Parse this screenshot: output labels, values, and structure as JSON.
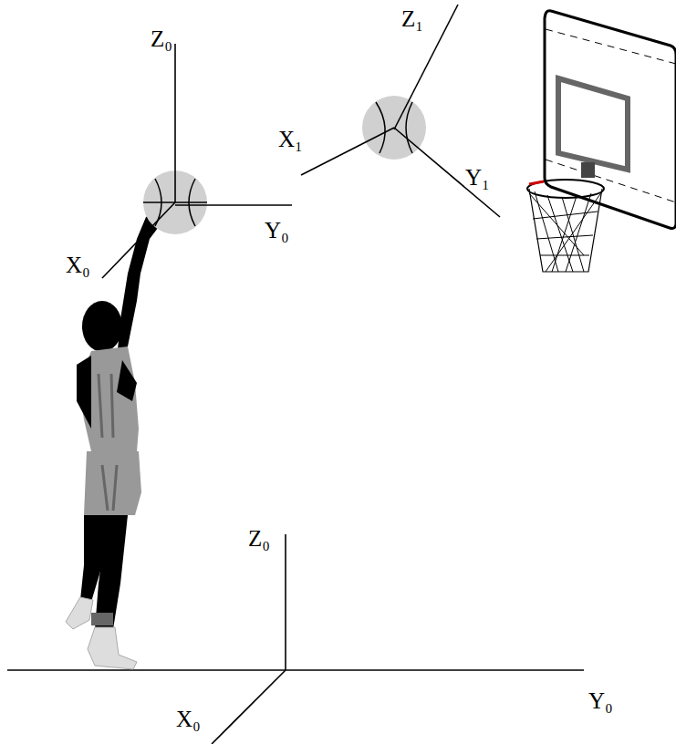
{
  "diagram": {
    "labels": [
      "Z₀",
      "X₀",
      "Y₀",
      "Z₁",
      "X₁",
      "Y₁",
      "Z₀",
      "Y₀",
      "X₀"
    ]
  }
}
